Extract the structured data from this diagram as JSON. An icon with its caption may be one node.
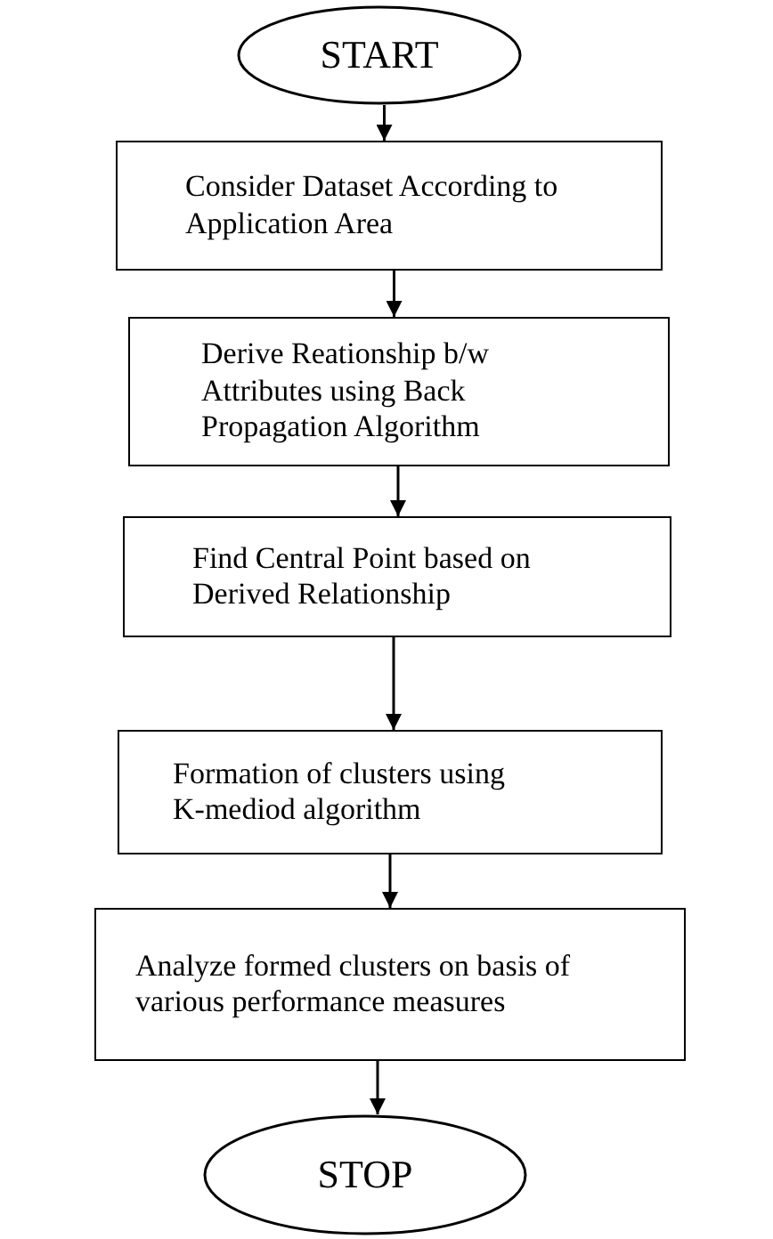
{
  "diagram": {
    "nodes": [
      {
        "text": [
          "START"
        ]
      },
      {
        "text": [
          "Consider Dataset According to Application Area"
        ]
      },
      {
        "text": [
          "Derive Reationship b/w Attributes using Back Propagation Algorithm"
        ]
      },
      {
        "text": [
          "Find Central Point based on Derived Relationship"
        ]
      },
      {
        "text": [
          "Formation of clusters using K-mediod algorithm"
        ]
      },
      {
        "text": [
          "Analyze formed clusters on basis of various performance measures"
        ]
      },
      {
        "text": [
          "STOP"
        ]
      }
    ],
    "edges": [
      {
        "from": 0,
        "to": 1,
        "arrow": "to"
      },
      {
        "from": 1,
        "to": 2,
        "arrow": "to"
      },
      {
        "from": 2,
        "to": 3,
        "arrow": "to"
      },
      {
        "from": 3,
        "to": 4,
        "arrow": "to"
      },
      {
        "from": 4,
        "to": 5,
        "arrow": "to"
      },
      {
        "from": 5,
        "to": 6,
        "arrow": "to"
      }
    ]
  }
}
